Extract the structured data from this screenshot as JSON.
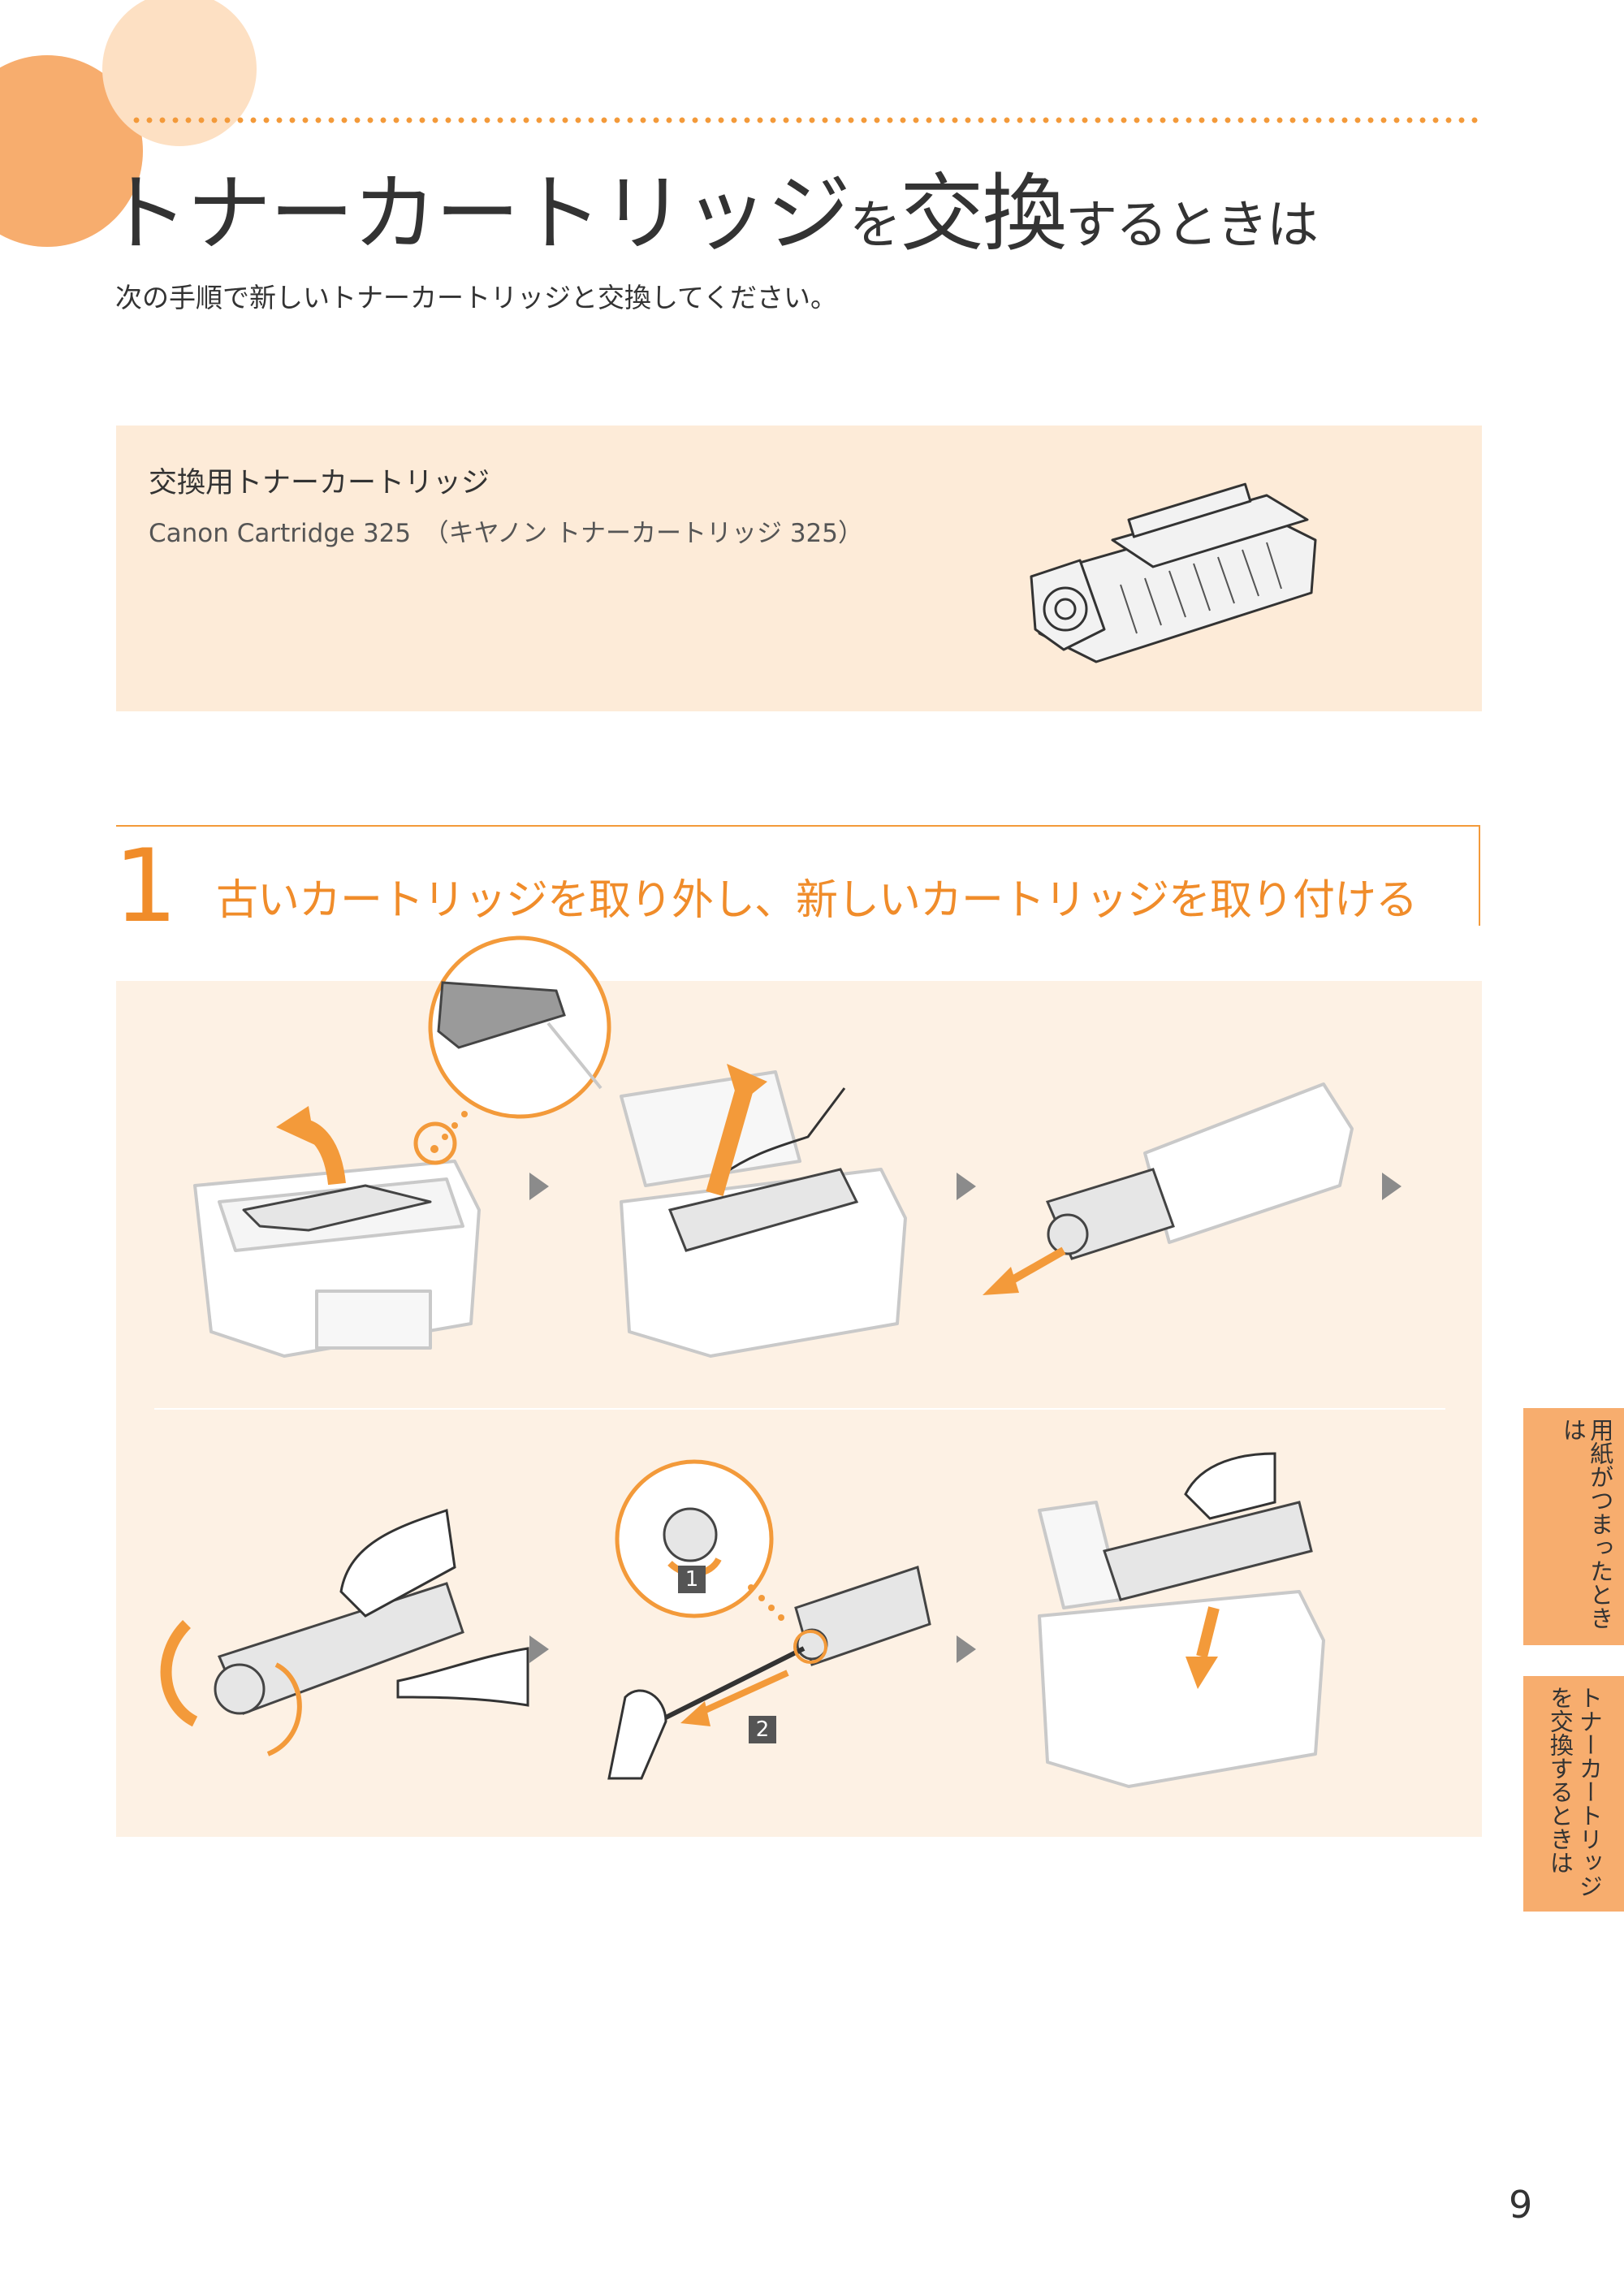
{
  "page": {
    "title_main": "トナーカートリッジ",
    "title_small1": "を",
    "title_mid": "交換",
    "title_small2": "するときは",
    "intro": "次の手順で新しいトナーカートリッジと交換してください。",
    "page_number": "9"
  },
  "info_box": {
    "title": "交換用トナーカートリッジ",
    "subtitle": "Canon Cartridge 325　（キヤノン トナーカートリッジ 325）"
  },
  "step": {
    "number": "1",
    "title": "古いカートリッジを取り外し、新しいカートリッジを取り付ける"
  },
  "markers": {
    "first": "1",
    "second": "2"
  },
  "side_tabs": {
    "tab1": "用紙がつまったときは",
    "tab2_line1": "トナーカートリッジ",
    "tab2_line2": "を交換するときは"
  },
  "colors": {
    "accent": "#f08c2a",
    "box_bg": "#fdebd8",
    "illus_bg": "#fdf1e4",
    "tab_bg": "#f7ad6e"
  }
}
